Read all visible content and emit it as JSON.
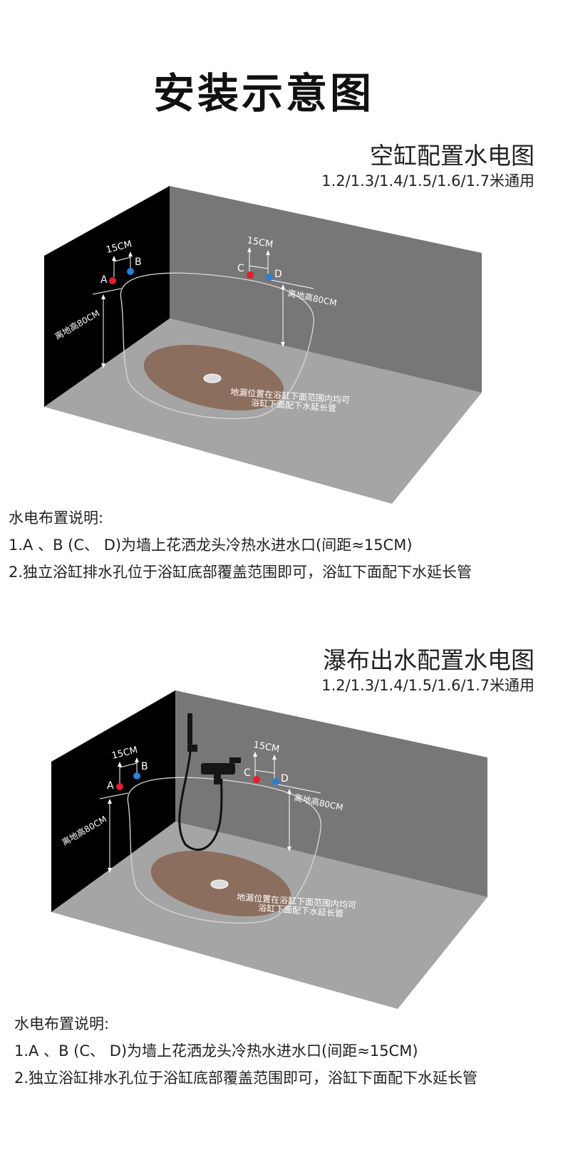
{
  "main_title": "安装示意图",
  "section1": {
    "title": "空缸配置水电图",
    "subtitle": "1.2/1.3/1.4/1.5/1.6/1.7米通用",
    "left_spacing": "15CM",
    "right_spacing": "15CM",
    "label_a": "A",
    "label_b": "B",
    "label_c": "C",
    "label_d": "D",
    "left_height": "离地高80CM",
    "right_height": "离地高80CM",
    "drain_line1": "地漏位置在浴缸下面范围内均可",
    "drain_line2": "浴缸下面配下水延长管",
    "notes_title": "水电布置说明:",
    "note1": "1.A 、B  (C、 D)为墙上花洒龙头冷热水进水口(间距≈15CM)",
    "note2": "2.独立浴缸排水孔位于浴缸底部覆盖范围即可，浴缸下面配下水延长管"
  },
  "section2": {
    "title": "瀑布出水配置水电图",
    "subtitle": "1.2/1.3/1.4/1.5/1.6/1.7米通用",
    "left_spacing": "15CM",
    "right_spacing": "15CM",
    "label_a": "A",
    "label_b": "B",
    "label_c": "C",
    "label_d": "D",
    "left_height": "离地高80CM",
    "right_height": "离地高80CM",
    "drain_line1": "地漏位置在浴缸下面范围内均可",
    "drain_line2": "浴缸下面配下水延长管",
    "notes_title": "水电布置说明:",
    "note1": "1.A 、B  (C、 D)为墙上花洒龙头冷热水进水口(间距≈15CM)",
    "note2": "2.独立浴缸排水孔位于浴缸底部覆盖范围即可，浴缸下面配下水延长管"
  },
  "colors": {
    "left_wall": "#000000",
    "back_wall": "#7a7a7a",
    "floor": "#a5a5a5",
    "drain_area": "#8c6e5e",
    "hot_water": "#e0202a",
    "cold_water": "#2a7fd6"
  }
}
